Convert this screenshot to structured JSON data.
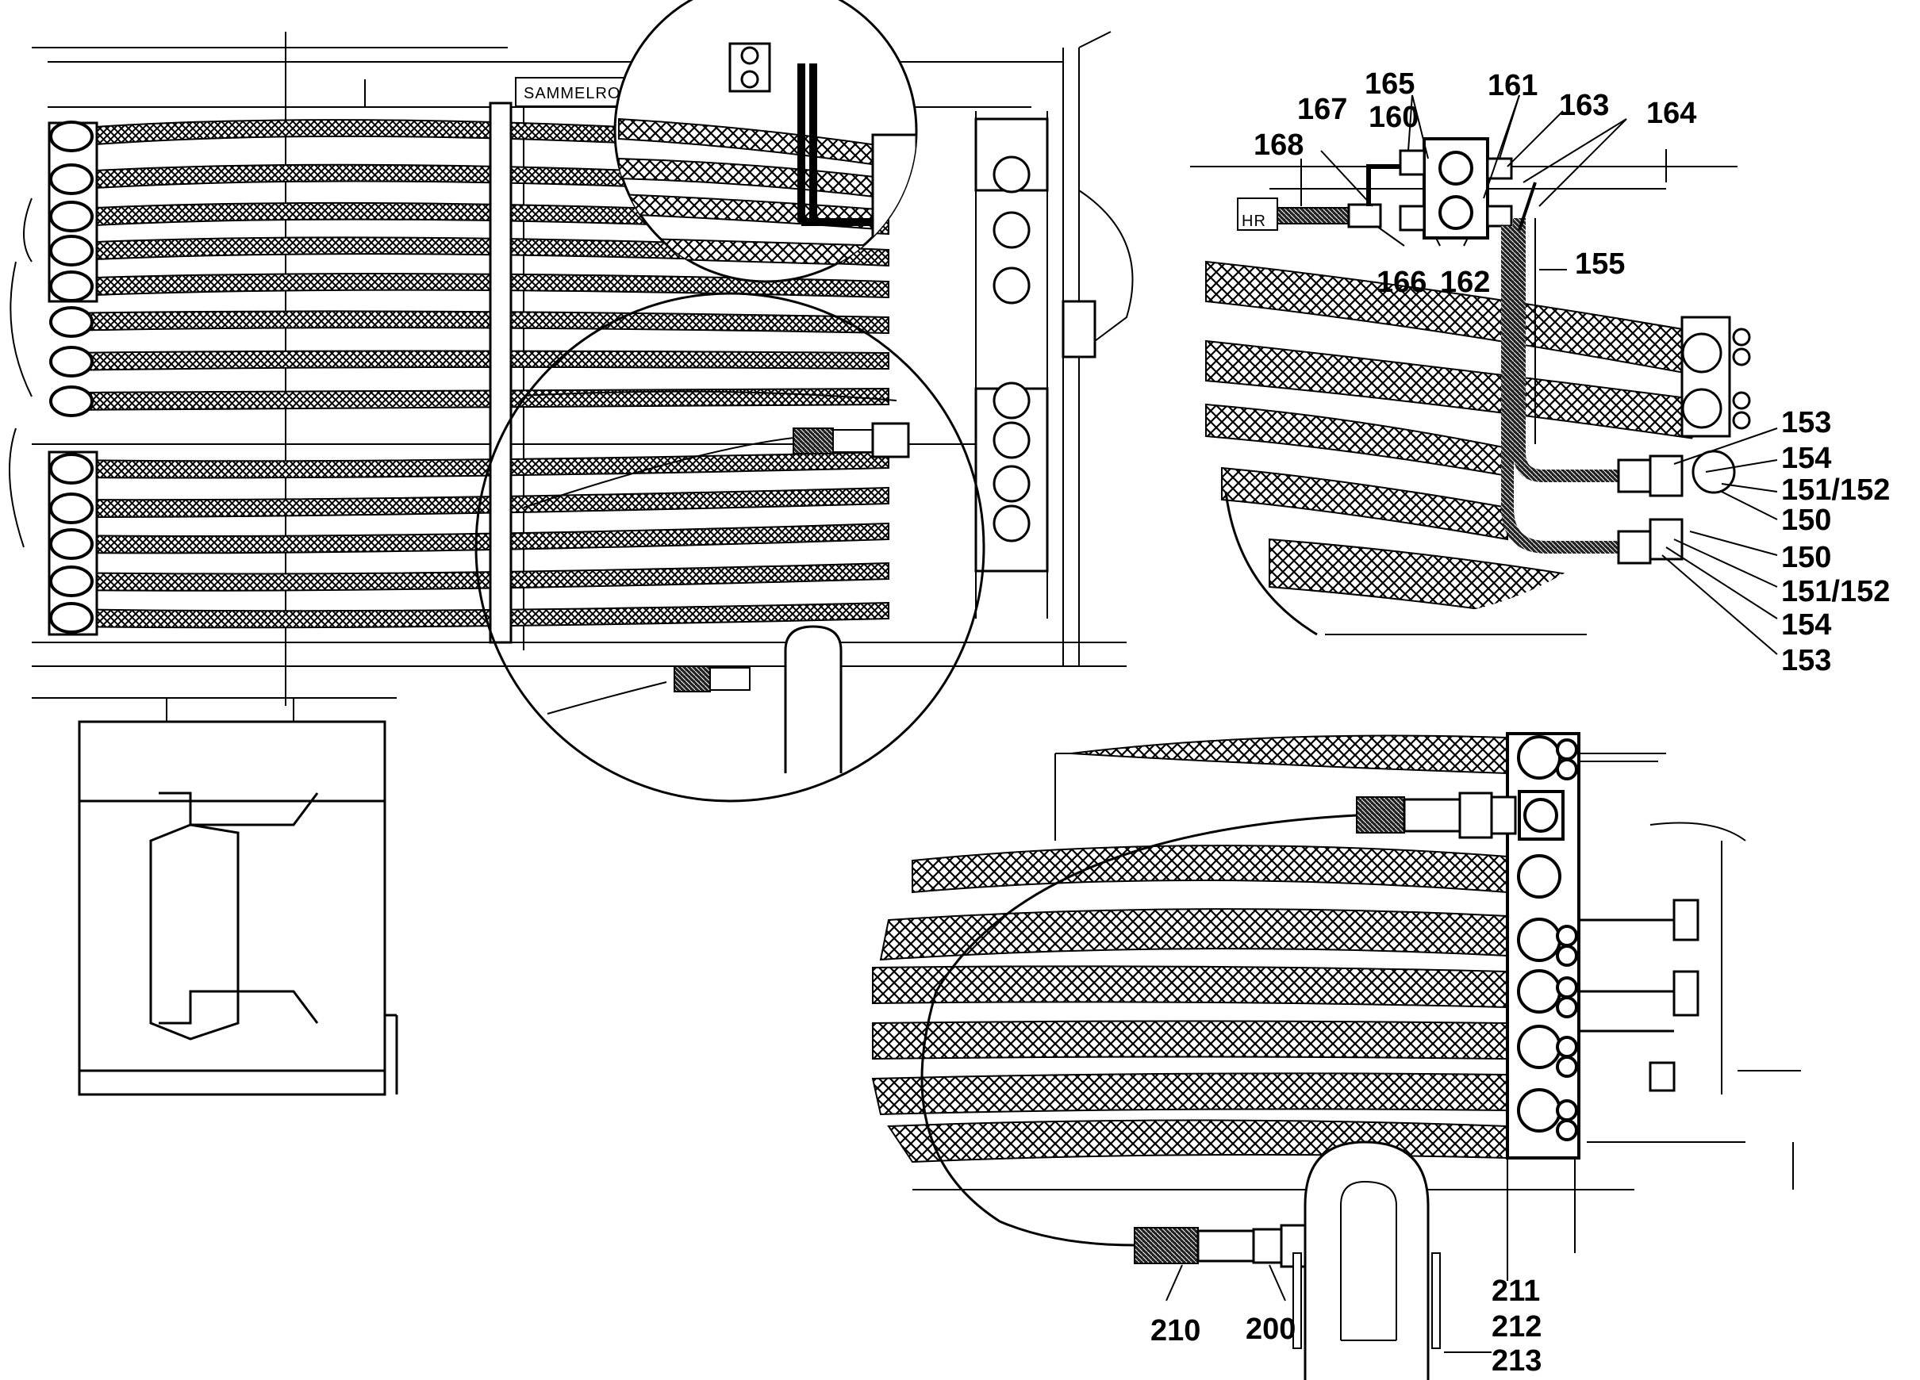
{
  "drawing": {
    "header_label": "SAMMELROHR",
    "partial_label": "HR",
    "colors": {
      "ink": "#000000",
      "paper": "#ffffff"
    }
  },
  "callouts": {
    "c160": "160",
    "c161": "161",
    "c163": "163",
    "c164": "164",
    "c165": "165",
    "c167": "167",
    "c168": "168",
    "c166": "166",
    "c162": "162",
    "c155": "155",
    "c153a": "153",
    "c154a": "154",
    "c151a": "151/152",
    "c150a": "150",
    "c150b": "150",
    "c151b": "151/152",
    "c154b": "154",
    "c153b": "153",
    "c210": "210",
    "c200": "200",
    "c211": "211",
    "c212": "212",
    "c213": "213"
  }
}
